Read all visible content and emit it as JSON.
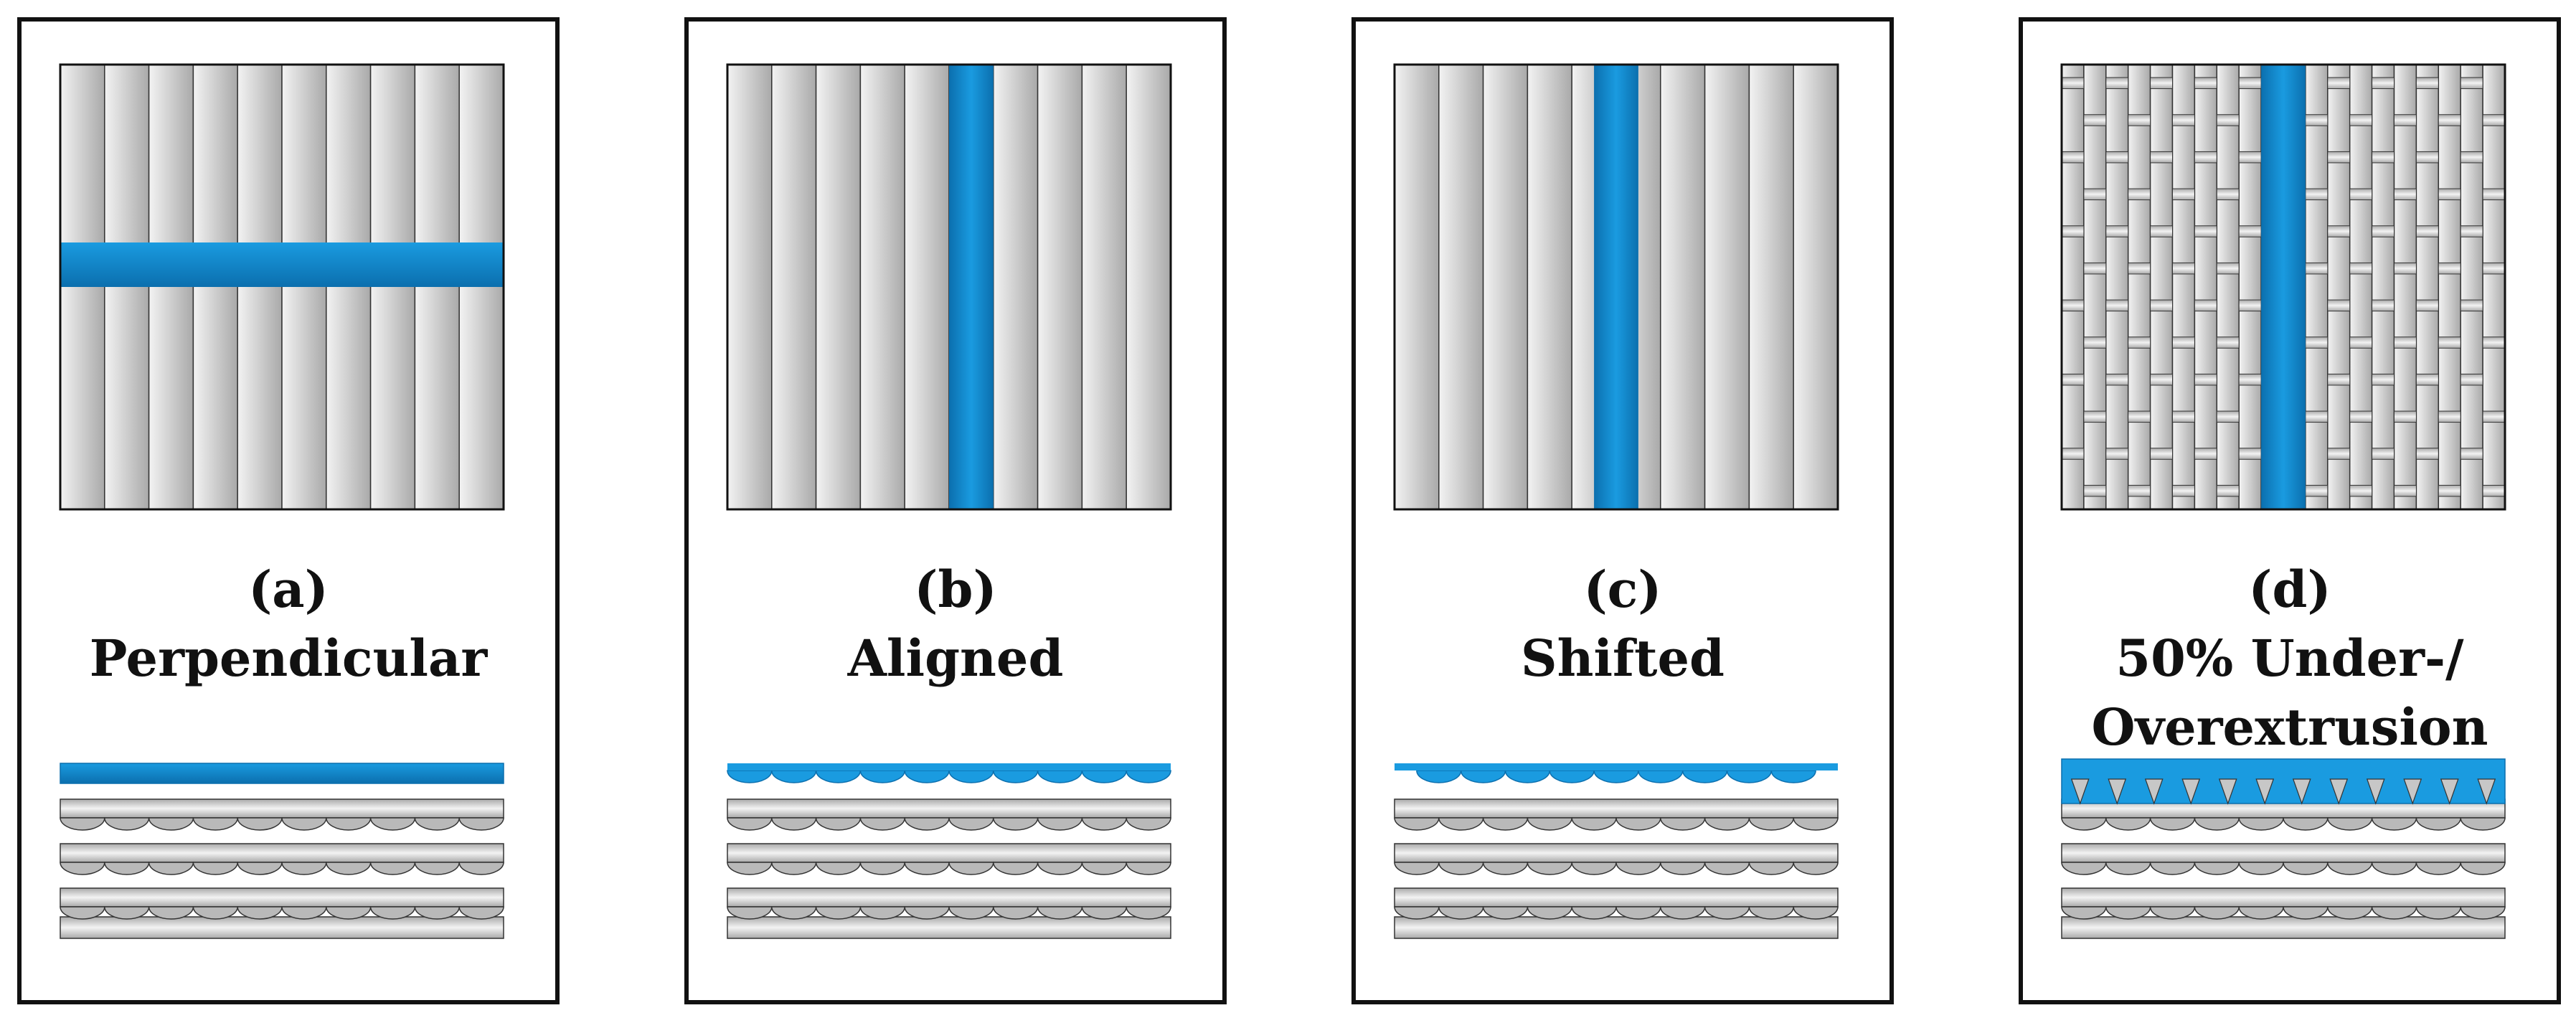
{
  "colors": {
    "highlight": "#1a9be0",
    "highlight_dark": "#0b6fae",
    "strand_light": "#f3f3f3",
    "strand_dark": "#a9a9a9",
    "outline": "#333333",
    "frame": "#111111"
  },
  "panels": [
    {
      "letter": "(a)",
      "name": "Perpendicular",
      "name_line2": "",
      "pattern": "perpendicular"
    },
    {
      "letter": "(b)",
      "name": "Aligned",
      "name_line2": "",
      "pattern": "aligned"
    },
    {
      "letter": "(c)",
      "name": "Shifted",
      "name_line2": "",
      "pattern": "shifted"
    },
    {
      "letter": "(d)",
      "name": "50% Under-/",
      "name_line2": "Overextrusion",
      "pattern": "under-over"
    }
  ]
}
